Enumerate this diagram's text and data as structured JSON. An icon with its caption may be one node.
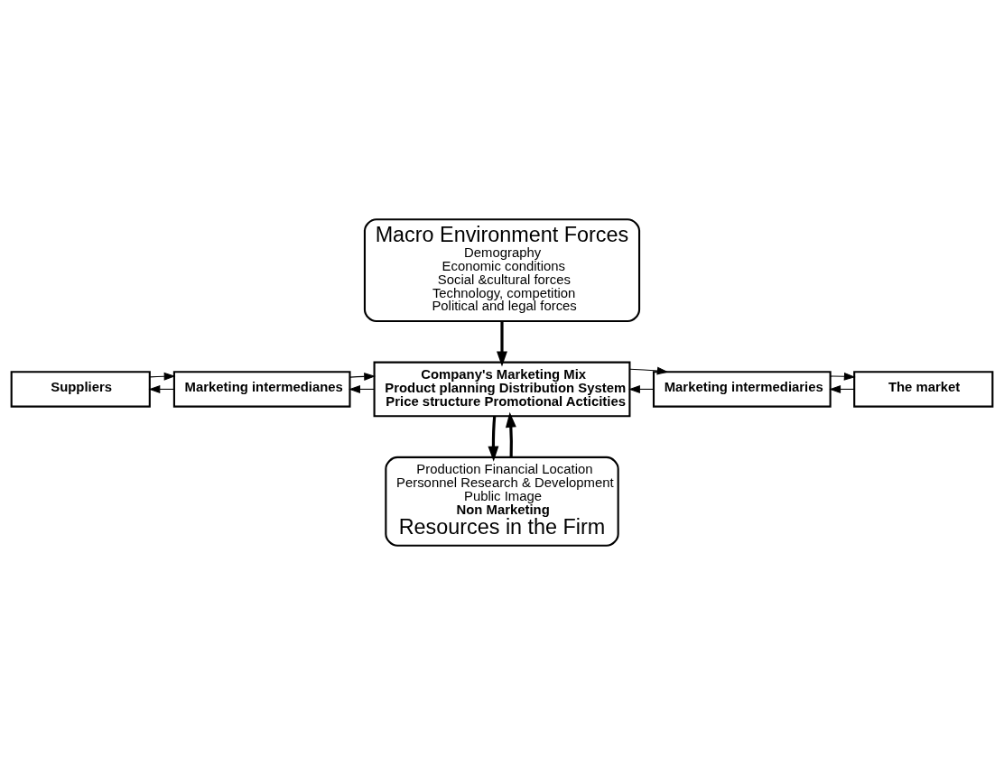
{
  "diagram": {
    "nodes": [
      {
        "text": [
          "Macro Environment Forces",
          "Demography",
          "Economic conditions",
          "Social &cultural forces",
          "Technology, competition",
          "Political and legal forces"
        ]
      },
      {
        "text": [
          "Suppliers"
        ]
      },
      {
        "text": [
          "Marketing intermedianes"
        ]
      },
      {
        "text": [
          "Company's Marketing Mix",
          "Product planning Distribution System Price structure Promotional Acticities"
        ]
      },
      {
        "text": [
          "Marketing intermediaries"
        ]
      },
      {
        "text": [
          "The market"
        ]
      },
      {
        "text": [
          "Production Financial Location Personnel Research & Development Public Image",
          "Non Marketing",
          "Resources in the Firm"
        ]
      }
    ],
    "edges": [
      {
        "from": 0,
        "to": 3,
        "arrow": "to",
        "style": "thick"
      },
      {
        "from": 2,
        "to": 1,
        "arrow": "to"
      },
      {
        "from": 1,
        "to": 2,
        "arrow": "to"
      },
      {
        "from": 3,
        "to": 2,
        "arrow": "to"
      },
      {
        "from": 2,
        "to": 3,
        "arrow": "to"
      },
      {
        "from": 4,
        "to": 3,
        "arrow": "to"
      },
      {
        "from": 3,
        "to": 4,
        "arrow": "to"
      },
      {
        "from": 5,
        "to": 4,
        "arrow": "to"
      },
      {
        "from": 4,
        "to": 5,
        "arrow": "to"
      },
      {
        "from": 6,
        "to": 3,
        "arrow": "to",
        "style": "thick"
      },
      {
        "from": 3,
        "to": 6,
        "arrow": "to",
        "style": "thick"
      }
    ]
  }
}
